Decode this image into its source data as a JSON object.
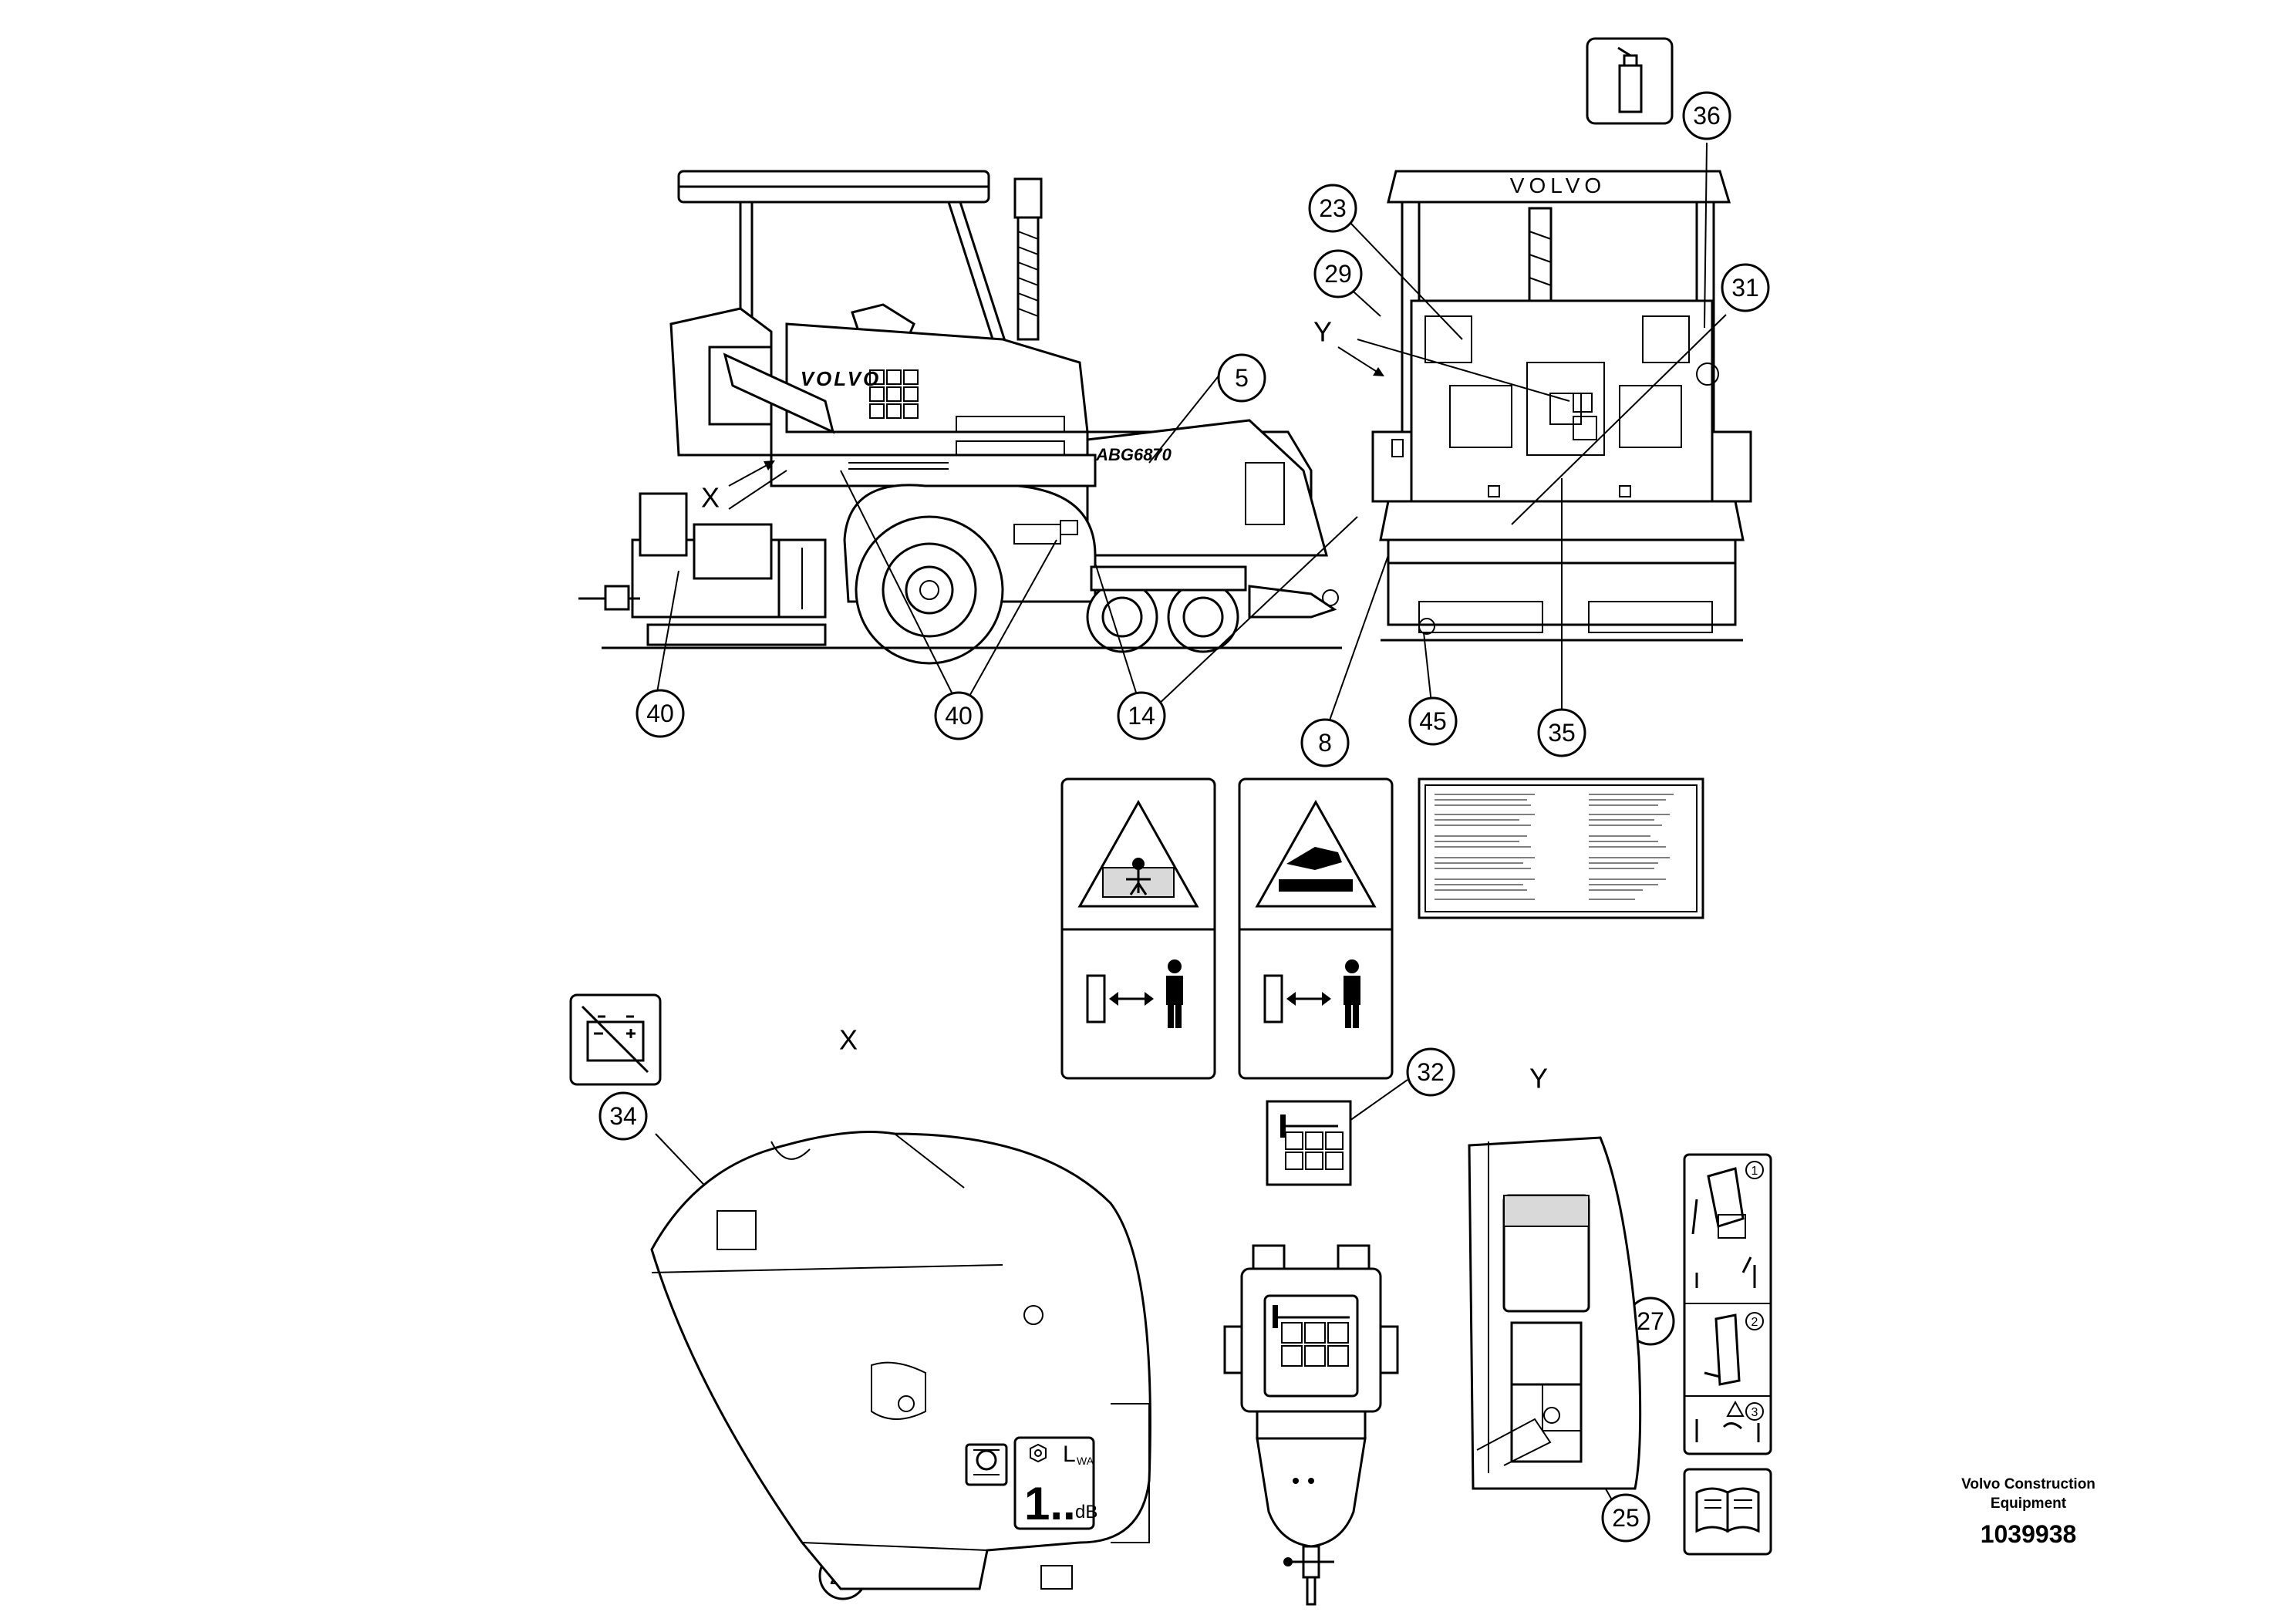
{
  "drawing": {
    "brand_top": "VOLVO",
    "brand_side": "VOLVO",
    "side_model": "ABG6870",
    "view_labels": {
      "x_on_machine": "X",
      "y_on_machine": "Y",
      "x_detail": "X",
      "y_detail": "Y"
    },
    "callouts": [
      "5",
      "8",
      "14",
      "21",
      "23",
      "25",
      "27",
      "29",
      "31",
      "32",
      "34",
      "35",
      "36",
      "40",
      "40",
      "45"
    ],
    "decal_texts": {
      "noise_label_lwa": "L",
      "noise_label_lwa_sub": "WA",
      "noise_label_value": "1..",
      "noise_label_unit": "dB",
      "step_1": "1",
      "step_2": "2",
      "step_3": "3"
    }
  },
  "footer": {
    "company_line1": "Volvo Construction",
    "company_line2": "Equipment",
    "doc_number": "1039938"
  },
  "icons": [
    "gas-bottle-icon",
    "no-battery-icon",
    "crush-hazard-icon",
    "hand-hot-surface-icon",
    "keep-distance-icon",
    "control-panel-icon",
    "manual-book-icon",
    "hearing-protection-icon"
  ]
}
